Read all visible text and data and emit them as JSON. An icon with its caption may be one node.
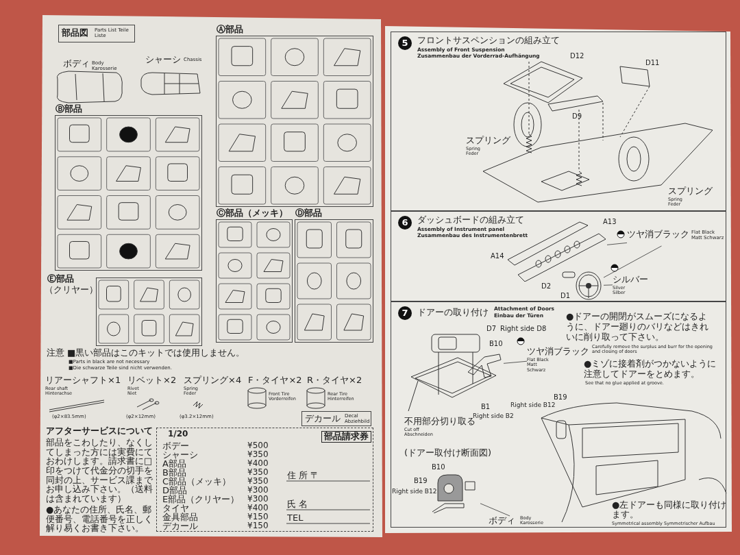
{
  "diagram": {
    "nodes": [
      {
        "text": [
          "部品図",
          "Parts List Teile Liste"
        ]
      },
      {
        "text": [
          "Ⓐ部品"
        ]
      },
      {
        "text": [
          "Ⓑ部品"
        ]
      },
      {
        "text": [
          "Ⓒ部品（メッキ）"
        ]
      },
      {
        "text": [
          "Ⓓ部品"
        ]
      },
      {
        "text": [
          "Ⓔ部品",
          "（クリヤー）"
        ]
      },
      {
        "text": [
          "デカール",
          "Decal Abziehbild"
        ]
      },
      {
        "text": [
          "1/20",
          "部品請求券",
          "ボデー",
          "¥500",
          "シャーシ",
          "¥350",
          "A部品",
          "¥400",
          "B部品",
          "¥350",
          "C部品（メッキ）",
          "¥350",
          "D部品",
          "¥300",
          "E部品（クリヤー）",
          "¥300",
          "タイヤ",
          "¥400",
          "金具部品",
          "¥150",
          "デカール",
          "¥150",
          "住 所 〒",
          "氏 名",
          "TEL"
        ]
      },
      {
        "text": [
          "5",
          "フロントサスペンションの組み立て",
          "Assembly of Front Suspension",
          "Zusammenbau der Vorderrad-Aufhängung"
        ]
      },
      {
        "text": [
          "6",
          "ダッシュボードの組み立て",
          "Assembly of Instrument panel",
          "Zusammenbau des Instrumentenbrett"
        ]
      },
      {
        "text": [
          "7",
          "ドアーの取り付け",
          "Attachment of Doors",
          "Einbau der Türen"
        ]
      },
      {
        "text": [
          "ツヤ消ブラック",
          "Flat Black Matt Schwarz"
        ],
        "in": 9
      },
      {
        "text": [],
        "shape": "picture",
        "in": 9
      },
      {
        "text": [],
        "shape": "picture",
        "in": 9
      },
      {
        "text": [
          "シルバー",
          "Silver Silber"
        ],
        "in": 9
      },
      {
        "text": [
          "ツヤ消ブラック",
          "Flat Black Matt Schwarz"
        ],
        "in": 10
      },
      {
        "text": [],
        "shape": "picture",
        "in": 10
      },
      {
        "text": [
          "ボディ",
          "Body Karosserie"
        ],
        "in": 10
      },
      {
        "text": [],
        "shape": "picture",
        "in": 10
      }
    ],
    "edges": [
      {
        "from": 11,
        "to": 12,
        "arrow": "none"
      },
      {
        "from": 11,
        "to": 13,
        "arrow": "none"
      },
      {
        "from": 14,
        "to": 13,
        "arrow": "none"
      },
      {
        "from": 15,
        "to": 16,
        "arrow": "none"
      },
      {
        "from": 17,
        "to": 18,
        "arrow": "none"
      }
    ],
    "labels": [
      "ボディ",
      "Body Karosserie",
      "シャーシ",
      "Chassis",
      "注意",
      "■黒い部品はこのキットでは使用しません。",
      "■Parts in black are not necessary",
      "■Die schwarze Teile sind nicht verwenden.",
      "リアーシャフト×1",
      "Rear shaft Hinterachse",
      "(φ2×83.5mm)",
      "リベット×2",
      "Rivet Niet",
      "(φ2×12mm)",
      "スプリング×4",
      "Spring Feder",
      "(φ3.2×12mm)",
      "F・タイヤ×2",
      "Front Tire Vorderreifen",
      "R・タイヤ×2",
      "Rear Tire Hinterreifen",
      "アフターサービスについて",
      "部品をこわしたり、なくしてしまった方には実費にておわけします。請求書に□印をつけて代金分の切手を同封の上、サービス課までお申し込み下さい。（送料は含まれています）",
      "●あなたの住所、氏名、郵便番号、電話番号を正しく解り易くお書き下さい。",
      "D12",
      "D11",
      "D9",
      "スプリング",
      "Spring Feder",
      "スプリング",
      "Spring Feder",
      "A14",
      "A13",
      "D2",
      "D1",
      "●ドアーの開閉がスムーズになるように、ドアー廻りのバリなどはきれいに削り取って下さい。",
      "Carefully remove the surplus and burr for the opening and closing of doors",
      "D7",
      "Right side D8",
      "B10",
      "●ミゾに接着剤がつかないように注意してドアーをとめます。",
      "See that no glue applied at groove.",
      "B1",
      "Right side B2",
      "B19",
      "Right side B12",
      "不用部分切り取る",
      "Cut off Abschneiden",
      "(ドアー取付け断面図)",
      "B10",
      "B19",
      "Right side B12",
      "●左ドアーも同様に取り付けます。",
      "Symmetrical assembly Symmetrischer Aufbau"
    ]
  }
}
